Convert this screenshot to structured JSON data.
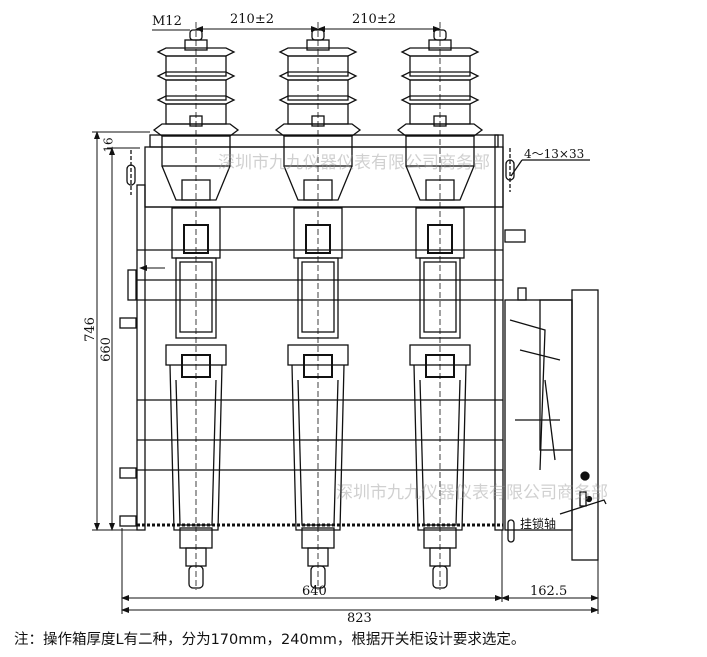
{
  "drawing": {
    "thread_label": "M12",
    "pole_spacing_1": "210±2",
    "pole_spacing_2": "210±2",
    "mounting_holes": "4～13×33",
    "height_total": "746",
    "height_mount": "660",
    "offset_top": "16",
    "width_main": "640",
    "width_box": "162.5",
    "width_total": "823",
    "lock_shaft_label": "挂锁轴"
  },
  "note": "注：操作箱厚度L有二种，分为170mm，240mm，根据开关柜设计要求选定。",
  "watermark": "深圳市九九仪器仪表有限公司商务部"
}
